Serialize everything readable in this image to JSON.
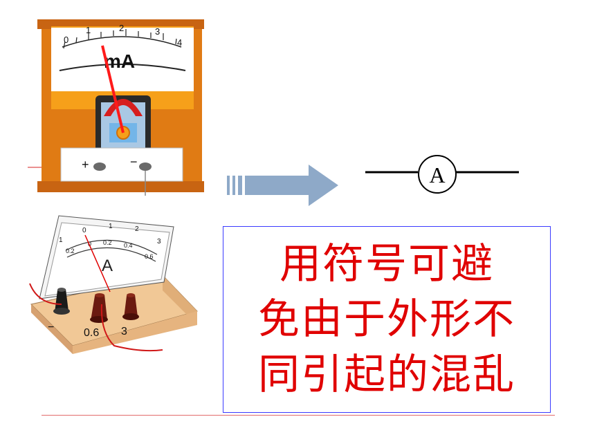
{
  "milliammeter": {
    "scale_labels": [
      "0",
      "1",
      "2",
      "3",
      "4"
    ],
    "unit_label": "mA",
    "plus_label": "+",
    "minus_label": "−",
    "colors": {
      "frame": "#e07b14",
      "body": "#f6a01a",
      "needle": "#ff1a1a"
    }
  },
  "ammeter": {
    "upper_scale_labels": [
      "1",
      "0",
      "1",
      "2",
      "3"
    ],
    "lower_scale_labels": [
      "0.2",
      "0",
      "0.2",
      "0.4",
      "0.6"
    ],
    "unit_label": "A",
    "terminal_labels": [
      "−",
      "0.6",
      "3"
    ],
    "colors": {
      "base": "#f1c896",
      "needle": "#e00000"
    }
  },
  "arrow": {
    "color": "#8ea9c8"
  },
  "symbol": {
    "letter": "A"
  },
  "caption": {
    "lines": [
      "用符号可避",
      "免由于外形不",
      "同引起的混乱"
    ],
    "color": "#e00000",
    "border_color": "#3a3aff"
  }
}
